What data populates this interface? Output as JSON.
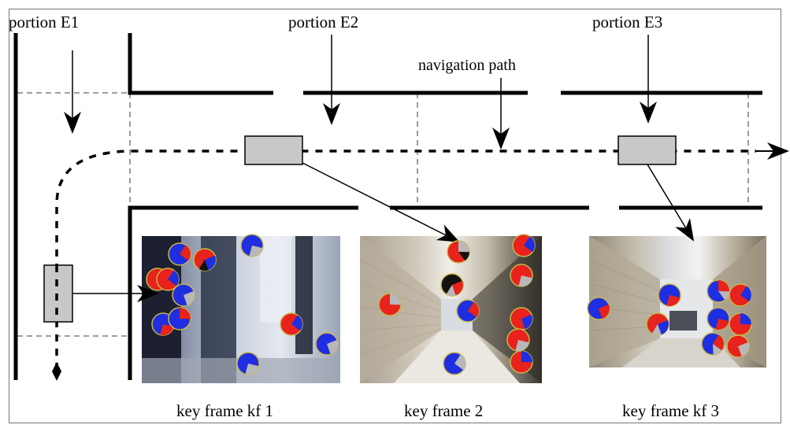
{
  "labels": {
    "portion_e1": "portion E1",
    "portion_e2": "portion E2",
    "portion_e3": "portion E3",
    "navigation_path": "navigation path"
  },
  "key_frames": [
    {
      "caption": "key frame kf 1"
    },
    {
      "caption": "key frame 2"
    },
    {
      "caption": "key frame kf 3"
    }
  ],
  "colors": {
    "wall": "#000000",
    "dashed_boundary": "#666666",
    "camera_box": "#c8c8c8",
    "feature_red": "#e8221c",
    "feature_blue": "#1f2ee0",
    "feature_gray": "#b8b8b8",
    "feature_black": "#111111",
    "feature_outline": "#c8b84a"
  }
}
